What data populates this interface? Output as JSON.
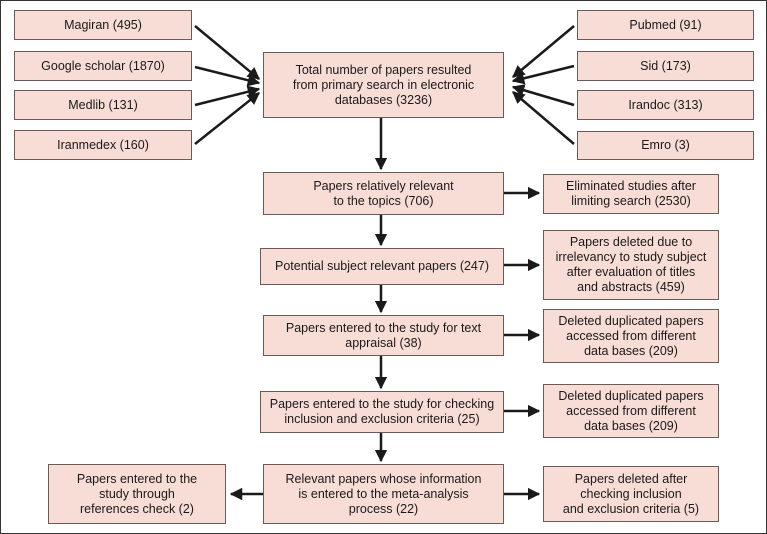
{
  "colors": {
    "box_fill": "#f8dcd6",
    "box_border": "#6a5a58",
    "arrow": "#1a1a1a"
  },
  "sources_left": [
    {
      "label": "Magiran (495)"
    },
    {
      "label": "Google scholar (1870)"
    },
    {
      "label": "Medlib (131)"
    },
    {
      "label": "Iranmedex (160)"
    }
  ],
  "sources_right": [
    {
      "label": "Pubmed (91)"
    },
    {
      "label": "Sid (173)"
    },
    {
      "label": "Irandoc (313)"
    },
    {
      "label": "Emro (3)"
    }
  ],
  "main_flow": [
    {
      "label": "Total number of papers resulted\nfrom primary search in electronic\ndatabases (3236)"
    },
    {
      "label": "Papers relatively relevant\nto the topics (706)"
    },
    {
      "label": "Potential subject relevant papers (247)"
    },
    {
      "label": "Papers entered to the study for text\nappraisal (38)"
    },
    {
      "label": "Papers entered to the study for checking\ninclusion and exclusion criteria (25)"
    },
    {
      "label": "Relevant papers whose information\nis entered to the meta-analysis\nprocess (22)"
    }
  ],
  "exclusions": [
    {
      "label": "Eliminated studies after\nlimiting search (2530)"
    },
    {
      "label": "Papers deleted due to\nirrelevancy to study subject\nafter evaluation of titles\nand abstracts (459)"
    },
    {
      "label": "Deleted duplicated papers\naccessed from different\ndata bases (209)"
    },
    {
      "label": "Deleted duplicated papers\naccessed from different\ndata bases (209)"
    },
    {
      "label": "Papers deleted after\nchecking inclusion\nand exclusion criteria (5)"
    }
  ],
  "references_box": {
    "label": "Papers entered to the\nstudy through\nreferences check (2)"
  }
}
